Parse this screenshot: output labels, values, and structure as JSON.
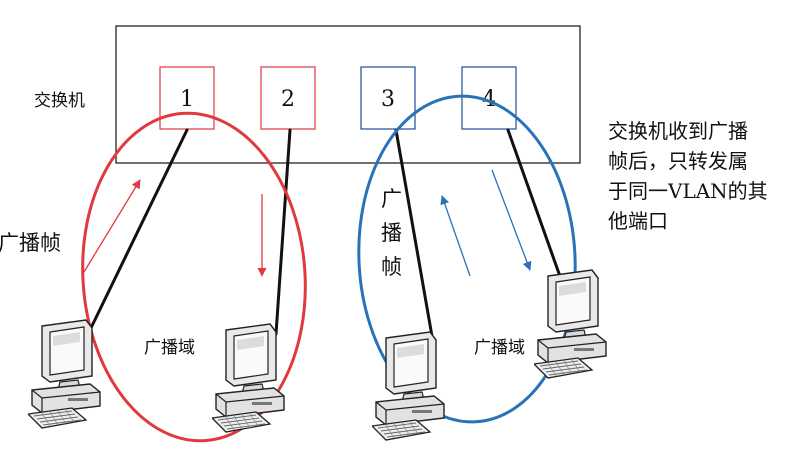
{
  "switch": {
    "label": "交换机"
  },
  "ports": [
    {
      "label": "1",
      "color": "#e0393e"
    },
    {
      "label": "2",
      "color": "#e0393e"
    },
    {
      "label": "3",
      "color": "#1f4e9c"
    },
    {
      "label": "4",
      "color": "#1f4e9c"
    }
  ],
  "annotations": {
    "broadcast_frame_left": "广播帧",
    "broadcast_frame_right": [
      "广",
      "播",
      "帧"
    ],
    "broadcast_domain_left": "广播域",
    "broadcast_domain_right": "广播域",
    "note_lines": [
      "交换机收到广播",
      "帧后，只转发属",
      "于同一VLAN的其",
      "他端口"
    ]
  },
  "colors": {
    "vlan_red": "#e0393e",
    "vlan_blue": "#2a72b8",
    "link": "#111111"
  },
  "icons": [
    "computer-icon",
    "computer-icon",
    "computer-icon",
    "computer-icon"
  ]
}
